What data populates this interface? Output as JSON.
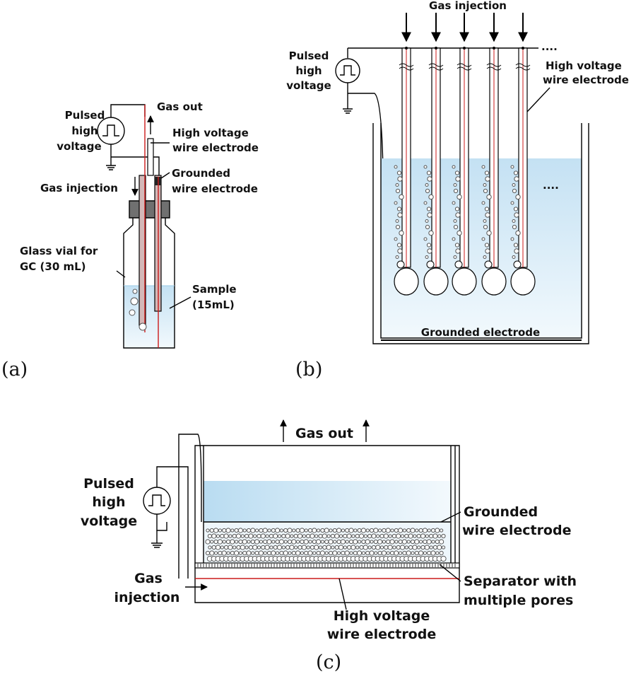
{
  "panel_a": {
    "caption": "(a)",
    "pulsed_line1": "Pulsed",
    "pulsed_line2": "high",
    "pulsed_line3": "voltage",
    "gas_out": "Gas out",
    "hv_line1": "High voltage",
    "hv_line2": "wire electrode",
    "gnd_line1": "Grounded",
    "gnd_line2": "wire electrode",
    "gas_injection": "Gas injection",
    "vial_line1": "Glass vial for",
    "vial_line2": "GC (30 mL)",
    "sample_line1": "Sample",
    "sample_line2": "(15mL)"
  },
  "panel_b": {
    "caption": "(b)",
    "gas_injection": "Gas injection",
    "pulsed_line1": "Pulsed",
    "pulsed_line2": "high",
    "pulsed_line3": "voltage",
    "hv_line1": "High voltage",
    "hv_line2": "wire electrode",
    "dots_top": "....",
    "dots_mid": "....",
    "grounded": "Grounded electrode"
  },
  "panel_c": {
    "caption": "(c)",
    "gas_out": "Gas out",
    "pulsed_line1": "Pulsed",
    "pulsed_line2": "high",
    "pulsed_line3": "voltage",
    "gnd_line1": "Grounded",
    "gnd_line2": "wire electrode",
    "gas_line1": "Gas",
    "gas_line2": "injection",
    "sep_line1": "Separator with",
    "sep_line2": "multiple pores",
    "hv_line1": "High voltage",
    "hv_line2": "wire electrode"
  },
  "colors": {
    "water_top": "#c4e1f3",
    "water_light": "#eaf5fc",
    "electrode_fill": "#d4b8b8",
    "cap_fill": "#707070",
    "wire_red": "#cc1a1a"
  }
}
